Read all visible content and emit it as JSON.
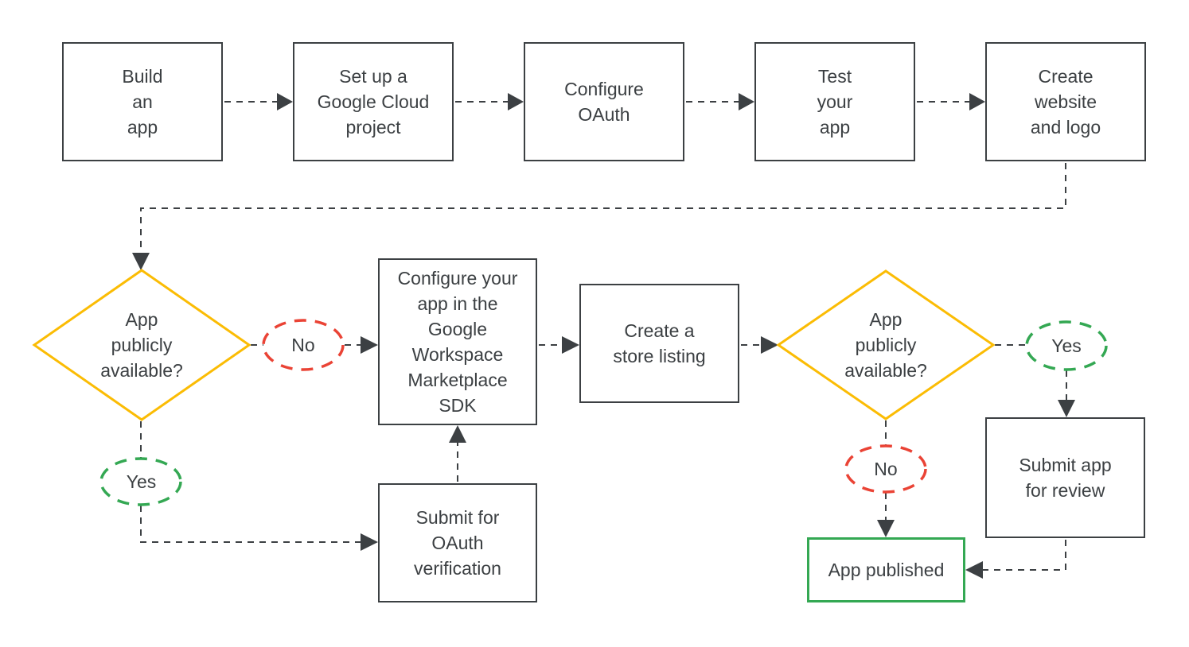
{
  "colors": {
    "line": "#3c4043",
    "text": "#3c4043",
    "decision_border": "#FBBC04",
    "yes_border": "#34A853",
    "no_border": "#EA4335",
    "published_border": "#34A853",
    "background": "#ffffff"
  },
  "nodes": {
    "build_app": {
      "label": "Build\nan\napp"
    },
    "setup_project": {
      "label": "Set up a\nGoogle Cloud\nproject"
    },
    "configure_oauth": {
      "label": "Configure\nOAuth"
    },
    "test_app": {
      "label": "Test\nyour\napp"
    },
    "create_website": {
      "label": "Create\nwebsite\nand logo"
    },
    "decision1": {
      "label": "App\npublicly\navailable?"
    },
    "no1": {
      "label": "No"
    },
    "configure_sdk": {
      "label": "Configure your\napp in the\nGoogle\nWorkspace\nMarketplace\nSDK"
    },
    "store_listing": {
      "label": "Create a\nstore listing"
    },
    "decision2": {
      "label": "App\npublicly\navailable?"
    },
    "yes2": {
      "label": "Yes"
    },
    "submit_review": {
      "label": "Submit app\nfor review"
    },
    "no2": {
      "label": "No"
    },
    "app_published": {
      "label": "App published"
    },
    "yes1": {
      "label": "Yes"
    },
    "submit_oauth": {
      "label": "Submit for\nOAuth\nverification"
    }
  }
}
